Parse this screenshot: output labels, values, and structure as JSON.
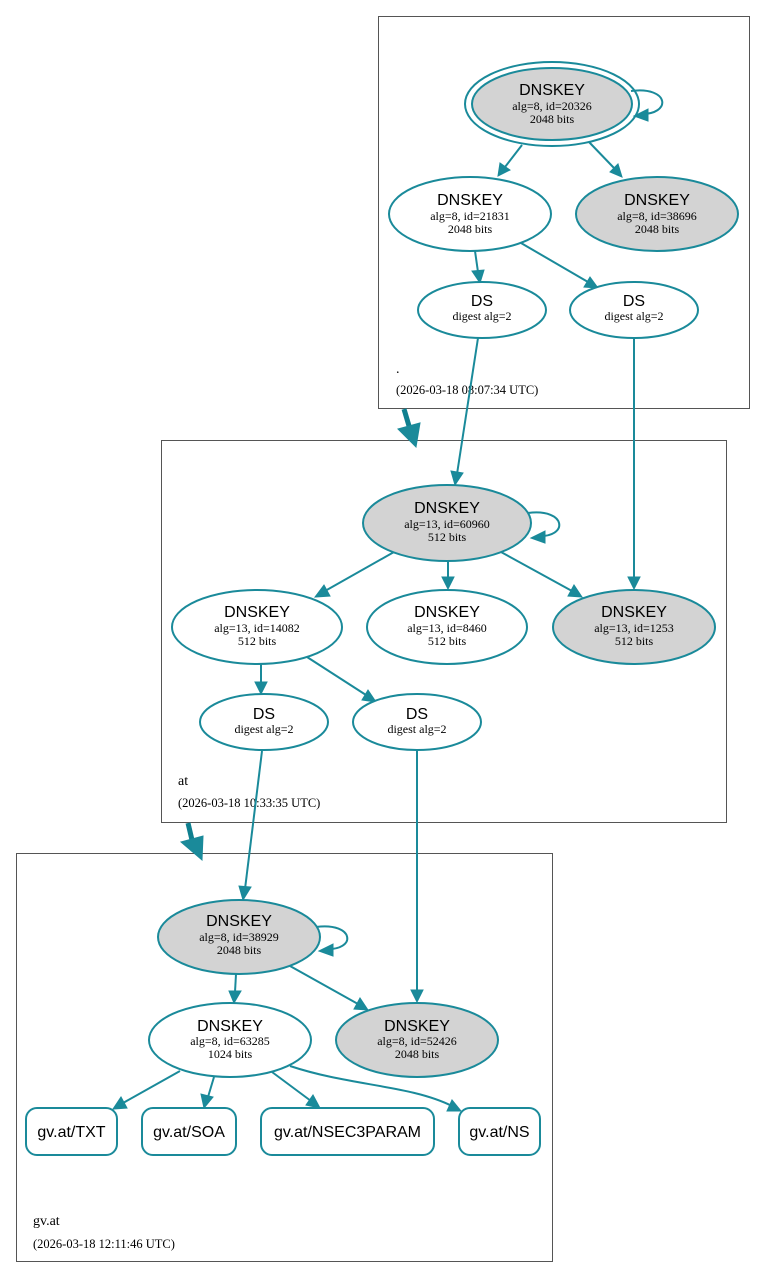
{
  "colors": {
    "edge": "#1a8a9a",
    "fill_gray": "#d3d3d3",
    "fill_white": "#ffffff"
  },
  "zones": {
    "root": {
      "name": ".",
      "timestamp": "(2026-03-18 08:07:34 UTC)"
    },
    "at": {
      "name": "at",
      "timestamp": "(2026-03-18 10:33:35 UTC)"
    },
    "gvat": {
      "name": "gv.at",
      "timestamp": "(2026-03-18 12:11:46 UTC)"
    }
  },
  "nodes": {
    "root_ksk": {
      "title": "DNSKEY",
      "line1": "alg=8, id=20326",
      "line2": "2048 bits"
    },
    "root_zsk1": {
      "title": "DNSKEY",
      "line1": "alg=8, id=21831",
      "line2": "2048 bits"
    },
    "root_zsk2": {
      "title": "DNSKEY",
      "line1": "alg=8, id=38696",
      "line2": "2048 bits"
    },
    "root_ds1": {
      "title": "DS",
      "line1": "digest alg=2"
    },
    "root_ds2": {
      "title": "DS",
      "line1": "digest alg=2"
    },
    "at_ksk": {
      "title": "DNSKEY",
      "line1": "alg=13, id=60960",
      "line2": "512 bits"
    },
    "at_zsk1": {
      "title": "DNSKEY",
      "line1": "alg=13, id=14082",
      "line2": "512 bits"
    },
    "at_zsk2": {
      "title": "DNSKEY",
      "line1": "alg=13, id=8460",
      "line2": "512 bits"
    },
    "at_zsk3": {
      "title": "DNSKEY",
      "line1": "alg=13, id=1253",
      "line2": "512 bits"
    },
    "at_ds1": {
      "title": "DS",
      "line1": "digest alg=2"
    },
    "at_ds2": {
      "title": "DS",
      "line1": "digest alg=2"
    },
    "gv_ksk": {
      "title": "DNSKEY",
      "line1": "alg=8, id=38929",
      "line2": "2048 bits"
    },
    "gv_zsk1": {
      "title": "DNSKEY",
      "line1": "alg=8, id=63285",
      "line2": "1024 bits"
    },
    "gv_zsk2": {
      "title": "DNSKEY",
      "line1": "alg=8, id=52426",
      "line2": "2048 bits"
    }
  },
  "rrsets": {
    "txt": "gv.at/TXT",
    "soa": "gv.at/SOA",
    "nsec3param": "gv.at/NSEC3PARAM",
    "ns": "gv.at/NS"
  }
}
